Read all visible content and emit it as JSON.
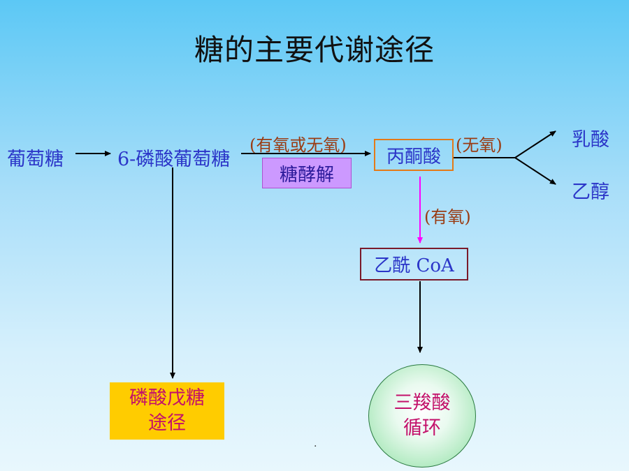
{
  "title": "糖的主要代谢途径",
  "nodes": {
    "glucose": "葡萄糖",
    "g6p": "6-磷酸葡萄糖",
    "pyruvate": "丙酮酸",
    "lactate": "乳酸",
    "ethanol": "乙醇",
    "acetyl_coa": "乙酰 CoA",
    "tca_line1": "三羧酸",
    "tca_line2": "循环",
    "ppp_line1": "磷酸戊糖",
    "ppp_line2": "途径"
  },
  "labels": {
    "aerobic_or_anaerobic": "(有氧或无氧)",
    "glycolysis": "糖酵解",
    "anaerobic": "(无氧)",
    "aerobic": "(有氧)"
  },
  "colors": {
    "node_text": "#2b35c8",
    "note_text": "#9a3b12",
    "pyruvate_border": "#e47a18",
    "glycolysis_fill": "#cc99ff",
    "ppp_fill": "#ffcc00",
    "highlight_text": "#c3106a",
    "aerobic_arrow": "#ff00ff"
  },
  "footer_mark": "."
}
